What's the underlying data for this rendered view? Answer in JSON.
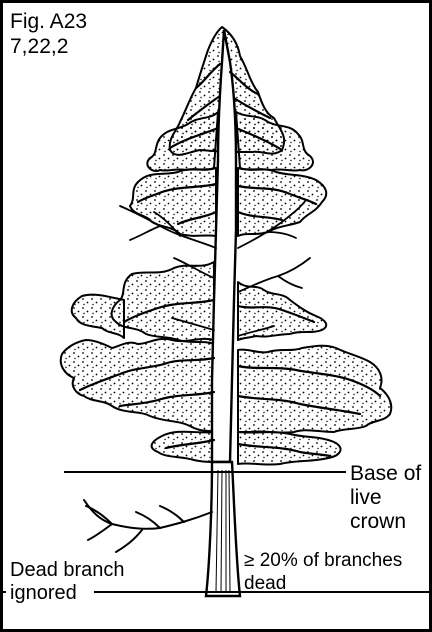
{
  "figure": {
    "id": "Fig. A23",
    "codes": "7,22,2"
  },
  "annotations": {
    "base_of_live_crown": [
      "Base of",
      "live",
      "crown"
    ],
    "dead_branches_share": [
      "≥ 20% of branches",
      "dead"
    ],
    "dead_branch_note": [
      "Dead branch",
      "ignored"
    ]
  },
  "colors": {
    "line": "#000000",
    "background": "#ffffff"
  },
  "icons": {
    "tree": "conifer-tree-illustration"
  }
}
